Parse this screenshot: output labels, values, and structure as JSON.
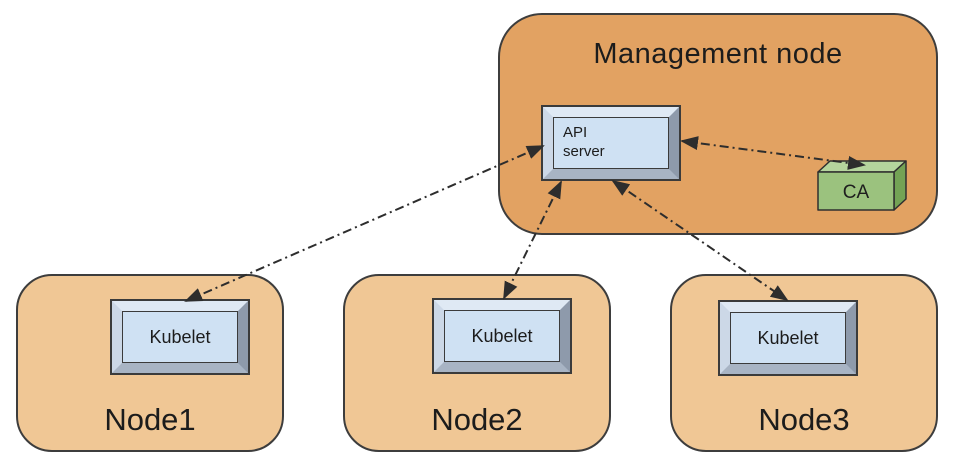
{
  "diagram": {
    "management_node": {
      "label": "Management node",
      "components": {
        "api_server": {
          "label": "API server"
        },
        "ca": {
          "label": "CA"
        }
      }
    },
    "worker_nodes": [
      {
        "label": "Node1",
        "component": {
          "label": "Kubelet"
        }
      },
      {
        "label": "Node2",
        "component": {
          "label": "Kubelet"
        }
      },
      {
        "label": "Node3",
        "component": {
          "label": "Kubelet"
        }
      }
    ],
    "connections": [
      {
        "from": "API server",
        "to": "Kubelet (Node1)",
        "bidirectional": true,
        "line_style": "dash-dot"
      },
      {
        "from": "API server",
        "to": "Kubelet (Node2)",
        "bidirectional": true,
        "line_style": "dash-dot"
      },
      {
        "from": "API server",
        "to": "Kubelet (Node3)",
        "bidirectional": true,
        "line_style": "dash-dot"
      },
      {
        "from": "API server",
        "to": "CA",
        "bidirectional": true,
        "line_style": "dash-dot"
      }
    ],
    "colors": {
      "management_node_fill": "#e2a262",
      "worker_node_fill": "#f0c795",
      "component_box_face": "#cfe1f3",
      "ca_front": "#9bc27e",
      "ca_top": "#b5d59d",
      "ca_side": "#73a355",
      "border": "#3d3d3d",
      "arrow": "#2d2d2d",
      "background": "#ffffff"
    }
  }
}
